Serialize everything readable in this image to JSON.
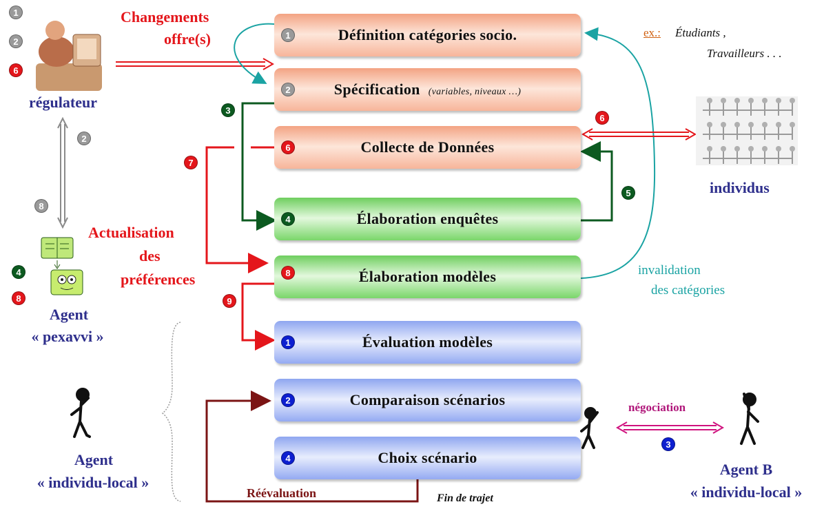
{
  "steps": [
    {
      "num": "1",
      "label": "Définition catégories socio.",
      "sub": ""
    },
    {
      "num": "2",
      "label": "Spécification",
      "sub": "(variables, niveaux …)"
    },
    {
      "num": "6",
      "label": "Collecte de Données",
      "sub": ""
    },
    {
      "num": "4",
      "label": "Élaboration enquêtes",
      "sub": ""
    },
    {
      "num": "8",
      "label": "Élaboration modèles",
      "sub": ""
    },
    {
      "num": "1",
      "label": "Évaluation modèles",
      "sub": ""
    },
    {
      "num": "2",
      "label": "Comparaison scénarios",
      "sub": ""
    },
    {
      "num": "4",
      "label": "Choix scénario",
      "sub": ""
    }
  ],
  "regulator": {
    "label": "régulateur",
    "badges": [
      "1",
      "2",
      "6"
    ]
  },
  "agent_pexavvi": {
    "line1": "Agent",
    "line2": "« pexavvi »",
    "badges": [
      "4",
      "8"
    ]
  },
  "agent_local": {
    "line1": "Agent",
    "line2": "« individu-local »"
  },
  "agent_b": {
    "line1": "Agent B",
    "line2": "« individu-local »"
  },
  "individus": {
    "label": "individus"
  },
  "example": {
    "prefix": "ex.:",
    "line1": "Étudiants ,",
    "line2": "Travailleurs . . ."
  },
  "annotations": {
    "changements_1": "Changements",
    "changements_2": "offre(s)",
    "actualisation_1": "Actualisation",
    "actualisation_2": "des",
    "actualisation_3": "préférences",
    "invalidation_1": "invalidation",
    "invalidation_2": "des catégories",
    "negociation": "négociation",
    "reevaluation": "Réévaluation",
    "fin_trajet": "Fin de trajet"
  },
  "connector_badges": {
    "reg_agent_top": "2",
    "reg_agent_bottom": "8",
    "green_3": "3",
    "green_5": "5",
    "red_6": "6",
    "red_7": "7",
    "red_9": "9",
    "blue_3": "3"
  },
  "colors": {
    "orange": "#f3a383",
    "green": "#6ece5e",
    "blue": "#8fa6f0",
    "red": "#e4161b",
    "teal": "#1aa3a3",
    "darkgreen": "#0c5a20",
    "maroon": "#7b1414",
    "magenta": "#b0167a",
    "navy": "#2e2f8c"
  }
}
